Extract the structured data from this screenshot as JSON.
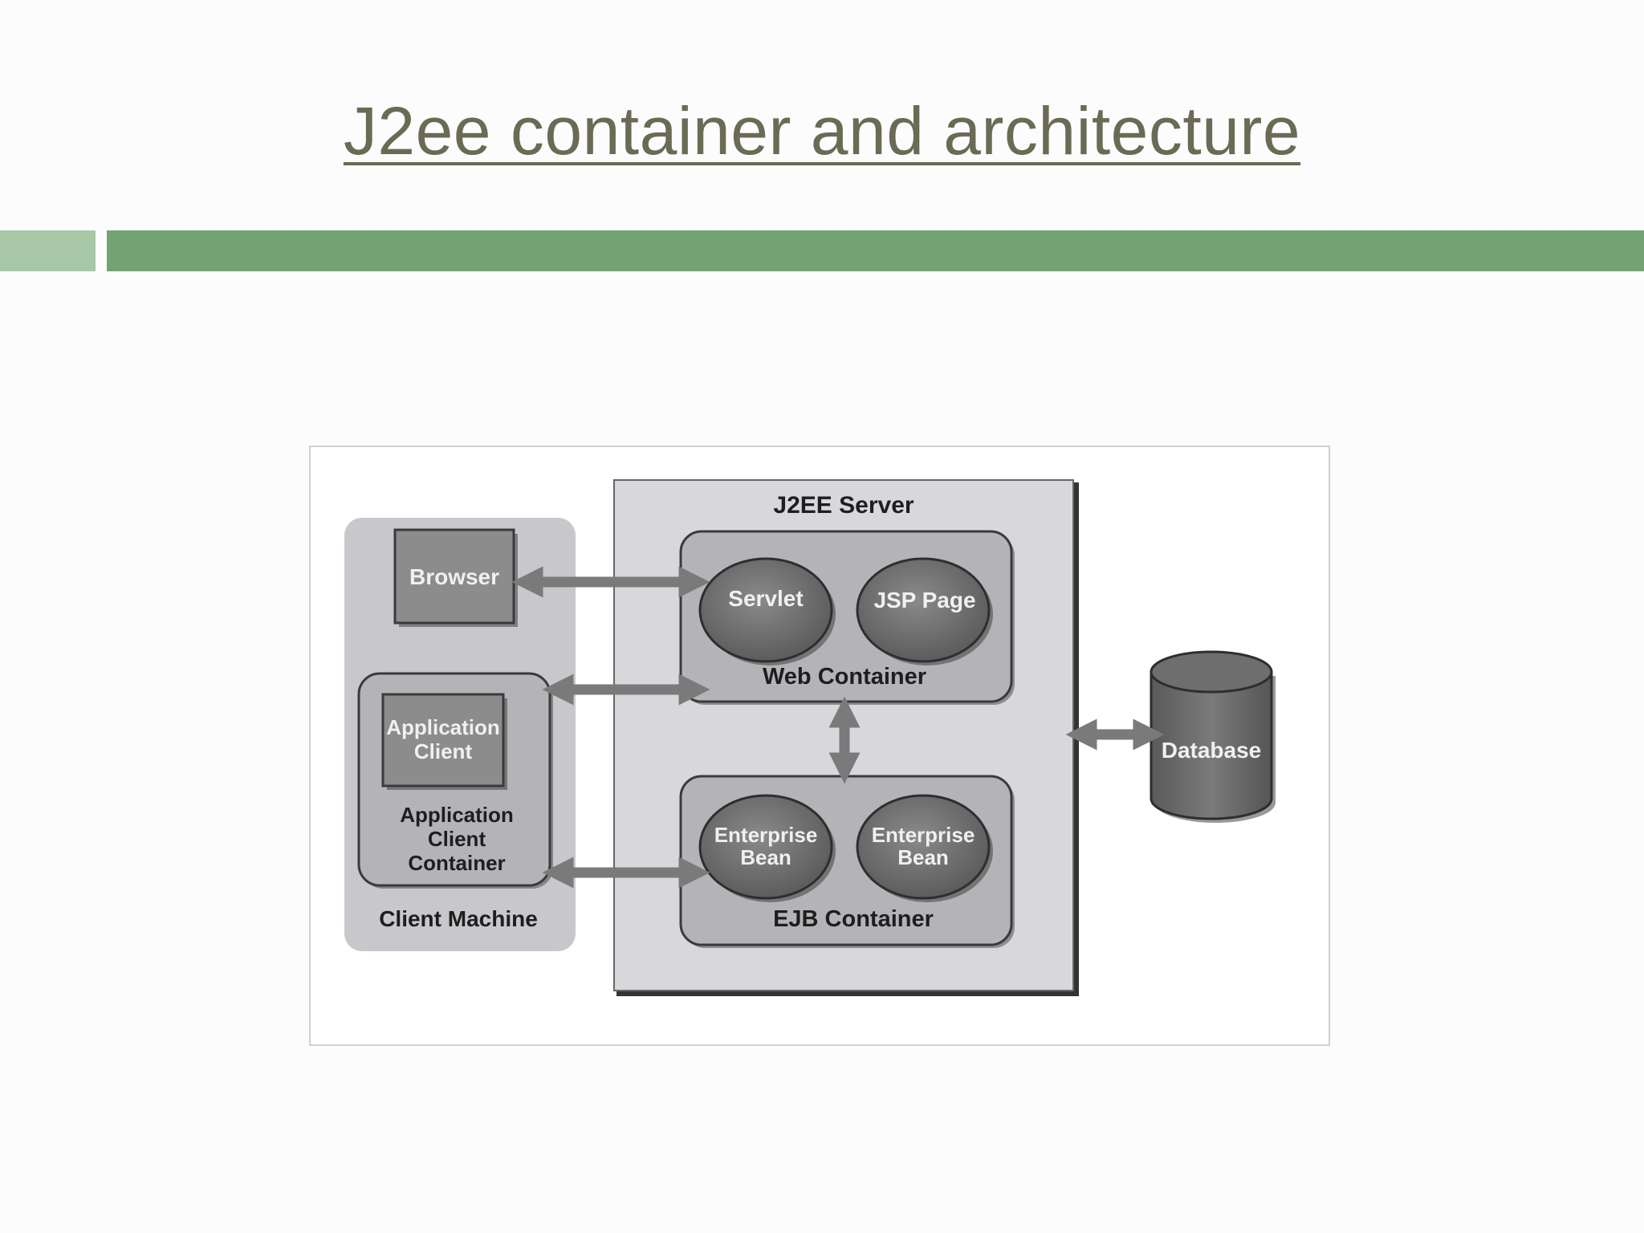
{
  "slide": {
    "title": "J2ee container and architecture",
    "accent_color": "#74a373",
    "accent_light_color": "#a8c8a8",
    "title_color": "#6b6b55"
  },
  "diagram": {
    "client_machine": {
      "label": "Client Machine",
      "browser": "Browser",
      "app_client": {
        "line1": "Application",
        "line2": "Client"
      },
      "app_client_container": {
        "line1": "Application",
        "line2": "Client",
        "line3": "Container"
      }
    },
    "j2ee_server": {
      "label": "J2EE Server",
      "web_container": {
        "label": "Web Container",
        "servlet": "Servlet",
        "jsp": "JSP Page"
      },
      "ejb_container": {
        "label": "EJB Container",
        "bean1": {
          "line1": "Enterprise",
          "line2": "Bean"
        },
        "bean2": {
          "line1": "Enterprise",
          "line2": "Bean"
        }
      }
    },
    "database": "Database"
  }
}
